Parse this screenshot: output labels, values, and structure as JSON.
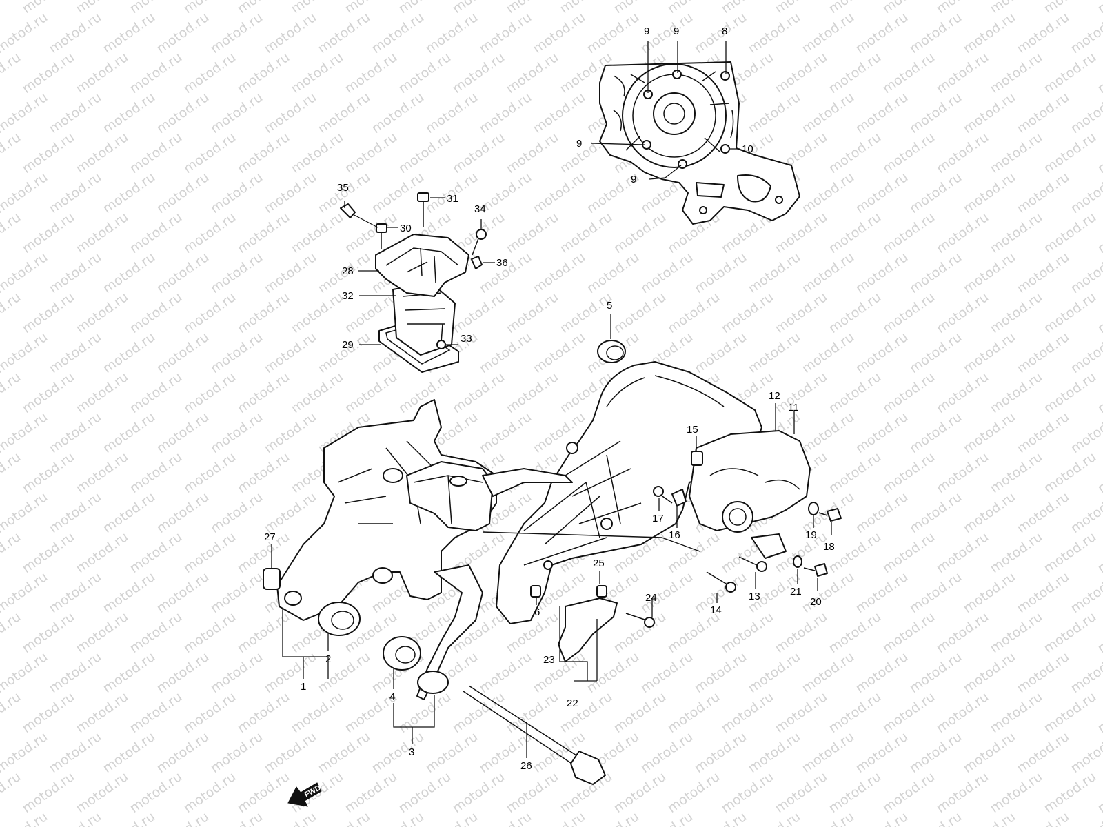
{
  "watermark": {
    "text": "motod.ru"
  },
  "fwd_label": "FWD",
  "callouts": [
    {
      "id": "c9a",
      "text": "9"
    },
    {
      "id": "c9b",
      "text": "9"
    },
    {
      "id": "c8",
      "text": "8"
    },
    {
      "id": "c9c",
      "text": "9"
    },
    {
      "id": "c10",
      "text": "10"
    },
    {
      "id": "c9d",
      "text": "9"
    },
    {
      "id": "c35",
      "text": "35"
    },
    {
      "id": "c31",
      "text": "31"
    },
    {
      "id": "c30",
      "text": "30"
    },
    {
      "id": "c34",
      "text": "34"
    },
    {
      "id": "c36",
      "text": "36"
    },
    {
      "id": "c28",
      "text": "28"
    },
    {
      "id": "c32",
      "text": "32"
    },
    {
      "id": "c33",
      "text": "33"
    },
    {
      "id": "c29",
      "text": "29"
    },
    {
      "id": "c5",
      "text": "5"
    },
    {
      "id": "c12",
      "text": "12"
    },
    {
      "id": "c11",
      "text": "11"
    },
    {
      "id": "c15",
      "text": "15"
    },
    {
      "id": "c17",
      "text": "17"
    },
    {
      "id": "c16",
      "text": "16"
    },
    {
      "id": "c19",
      "text": "19"
    },
    {
      "id": "c18",
      "text": "18"
    },
    {
      "id": "c27",
      "text": "27"
    },
    {
      "id": "c25",
      "text": "25"
    },
    {
      "id": "c13",
      "text": "13"
    },
    {
      "id": "c14",
      "text": "14"
    },
    {
      "id": "c21",
      "text": "21"
    },
    {
      "id": "c20",
      "text": "20"
    },
    {
      "id": "c24",
      "text": "24"
    },
    {
      "id": "c6",
      "text": "6"
    },
    {
      "id": "c2",
      "text": "2"
    },
    {
      "id": "c1",
      "text": "1"
    },
    {
      "id": "c23",
      "text": "23"
    },
    {
      "id": "c22",
      "text": "22"
    },
    {
      "id": "c4",
      "text": "4"
    },
    {
      "id": "c3",
      "text": "3"
    },
    {
      "id": "c26",
      "text": "26"
    }
  ]
}
